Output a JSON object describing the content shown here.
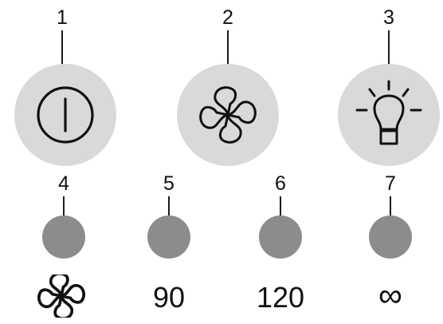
{
  "top_buttons": [
    {
      "number": "1",
      "icon": "power-icon"
    },
    {
      "number": "2",
      "icon": "fan-icon"
    },
    {
      "number": "3",
      "icon": "light-bulb-icon"
    }
  ],
  "bottom_buttons": [
    {
      "number": "4",
      "label_icon": "fan-icon"
    },
    {
      "number": "5",
      "label": "90"
    },
    {
      "number": "6",
      "label": "120"
    },
    {
      "number": "7",
      "label": "∞"
    }
  ],
  "colors": {
    "large_button": "#d9d9d9",
    "small_button": "#8c8c8c",
    "line": "#1a1a1a"
  }
}
